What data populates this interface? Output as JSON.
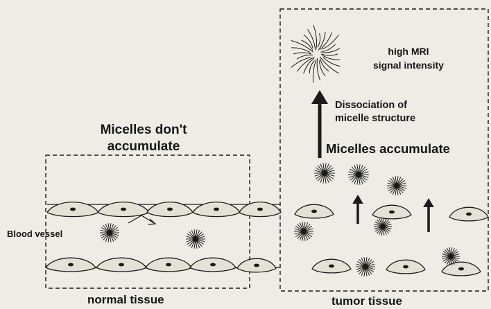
{
  "labels": {
    "normal_heading_line1": "Micelles don't",
    "normal_heading_line2": "accumulate",
    "high_mri_line1": "high MRI",
    "high_mri_line2": "signal intensity",
    "dissociation_line1": "Dissociation of",
    "dissociation_line2": "micelle structure",
    "micelles_accumulate": "Micelles accumulate",
    "blood_vessel": "Blood vessel",
    "normal_tissue": "normal tissue",
    "tumor_tissue": "tumor tissue"
  },
  "colors": {
    "background": "#eeece4",
    "ink": "#1a1a1a",
    "cell_fill": "#e4e1d6"
  },
  "icons": {
    "micelle": "micelle-icon",
    "dissociated_micelle": "dissociated-micelle-icon",
    "endothelial_cell": "endothelial-cell-icon",
    "arrow": "up-arrow-icon"
  }
}
